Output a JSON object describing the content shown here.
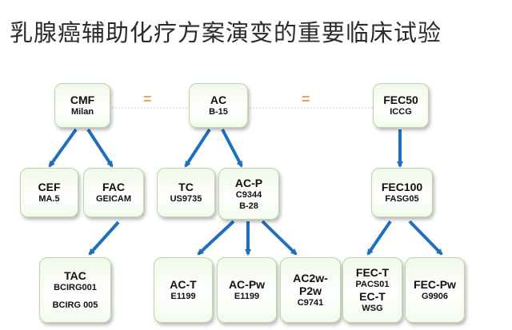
{
  "title": "乳腺癌辅助化疗方案演变的重要临床试验",
  "nodes": {
    "cmf": {
      "label": "CMF",
      "sub": "Milan"
    },
    "ac": {
      "label": "AC",
      "sub": "B-15"
    },
    "fec50": {
      "label": "FEC50",
      "sub": "ICCG"
    },
    "cef": {
      "label": "CEF",
      "sub": "MA.5"
    },
    "fac": {
      "label": "FAC",
      "sub": "GEICAM"
    },
    "tc": {
      "label": "TC",
      "sub": "US9735"
    },
    "acp": {
      "label": "AC-P",
      "sub": "C9344",
      "sub2": "B-28"
    },
    "fec100": {
      "label": "FEC100",
      "sub": "FASG05"
    },
    "tac": {
      "label": "TAC",
      "sub": "BCIRG001",
      "sub2": "BCIRG 005"
    },
    "act": {
      "label": "AC-T",
      "sub": "E1199"
    },
    "acpw": {
      "label": "AC-Pw",
      "sub": "E1199"
    },
    "ac2w": {
      "label": "AC2w-",
      "label2": "P2w",
      "sub": "C9741"
    },
    "fect": {
      "label": "FEC-T",
      "sub": "PACS01",
      "label2": "EC-T",
      "sub2": "WSG"
    },
    "fecpw": {
      "label": "FEC-Pw",
      "sub": "G9906"
    }
  },
  "equals": [
    "=",
    "="
  ],
  "colors": {
    "arrow": "#1f6fbf",
    "equals": "#f2a15a",
    "node_border": "#bcd6a6"
  }
}
